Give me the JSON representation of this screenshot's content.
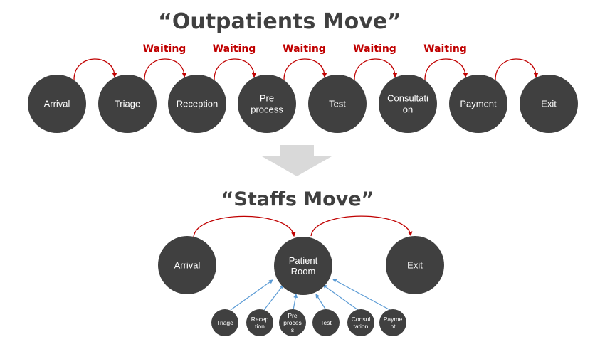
{
  "colors": {
    "node_fill": "#404040",
    "node_text": "#ffffff",
    "title_text": "#404040",
    "patient_arrow": "#C00000",
    "staff_arrow": "#5B9BD5",
    "transition_arrow": "#D9D9D9"
  },
  "outpatients": {
    "title": "“Outpatients Move”",
    "nodes": [
      {
        "id": "arrival",
        "lines": [
          "Arrival"
        ]
      },
      {
        "id": "triage",
        "lines": [
          "Triage"
        ]
      },
      {
        "id": "reception",
        "lines": [
          "Reception"
        ]
      },
      {
        "id": "preprocess",
        "lines": [
          "Pre",
          "process"
        ]
      },
      {
        "id": "test",
        "lines": [
          "Test"
        ]
      },
      {
        "id": "consultation",
        "lines": [
          "Consultati",
          "on"
        ]
      },
      {
        "id": "payment",
        "lines": [
          "Payment"
        ]
      },
      {
        "id": "exit",
        "lines": [
          "Exit"
        ]
      }
    ],
    "edges": [
      {
        "from": 0,
        "to": 1,
        "label": ""
      },
      {
        "from": 1,
        "to": 2,
        "label": "Waiting"
      },
      {
        "from": 2,
        "to": 3,
        "label": "Waiting"
      },
      {
        "from": 3,
        "to": 4,
        "label": "Waiting"
      },
      {
        "from": 4,
        "to": 5,
        "label": "Waiting"
      },
      {
        "from": 5,
        "to": 6,
        "label": "Waiting"
      },
      {
        "from": 6,
        "to": 7,
        "label": ""
      }
    ]
  },
  "transition_icon": "down-arrow-icon",
  "staffs": {
    "title": "“Staffs Move”",
    "main_nodes": [
      {
        "id": "arrival",
        "lines": [
          "Arrival"
        ]
      },
      {
        "id": "patient-room",
        "lines": [
          "Patient",
          "Room"
        ]
      },
      {
        "id": "exit",
        "lines": [
          "Exit"
        ]
      }
    ],
    "main_edges": [
      {
        "from": 0,
        "to": 1
      },
      {
        "from": 1,
        "to": 2
      }
    ],
    "staff_nodes": [
      {
        "id": "triage",
        "lines": [
          "Triage"
        ]
      },
      {
        "id": "reception",
        "lines": [
          "Recep",
          "tion"
        ]
      },
      {
        "id": "preprocess",
        "lines": [
          "Pre",
          "proces",
          "s"
        ]
      },
      {
        "id": "test",
        "lines": [
          "Test"
        ]
      },
      {
        "id": "consultation",
        "lines": [
          "Consul",
          "tation"
        ]
      },
      {
        "id": "payment",
        "lines": [
          "Payme",
          "nt"
        ]
      }
    ],
    "staff_edges_target": "patient-room"
  }
}
